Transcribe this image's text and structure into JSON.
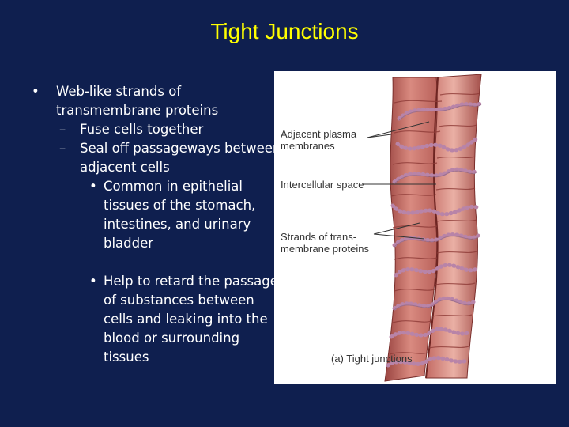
{
  "slide": {
    "title": "Tight Junctions",
    "bullets": [
      {
        "level": 1,
        "marker": "•",
        "lines": [
          "Web-like strands of",
          "transmembrane proteins"
        ]
      },
      {
        "level": 2,
        "marker": "–",
        "lines": [
          "Fuse cells together"
        ]
      },
      {
        "level": 2,
        "marker": "–",
        "lines": [
          "Seal off passageways between",
          "adjacent cells"
        ]
      },
      {
        "level": 3,
        "marker": "•",
        "lines": [
          "Common in epithelial",
          "tissues of the stomach,",
          "intestines, and urinary",
          "bladder"
        ]
      },
      {
        "level": 3,
        "marker": "•",
        "lines": [
          "Help to retard the passage",
          "of substances between",
          "cells and leaking into the",
          "blood or surrounding",
          "tissues"
        ]
      }
    ]
  },
  "figure": {
    "labels": {
      "adjacent_plasma_line1": "Adjacent plasma",
      "adjacent_plasma_line2": "membranes",
      "intercellular_space": "Intercellular space",
      "strands_line1": "Strands of trans-",
      "strands_line2": "membrane proteins",
      "caption": "(a) Tight junctions"
    },
    "colors": {
      "membrane": "#c9706a",
      "membrane_light": "#e8a79c",
      "membrane_dark": "#8f3d3a",
      "beads": "#b884a8"
    }
  }
}
